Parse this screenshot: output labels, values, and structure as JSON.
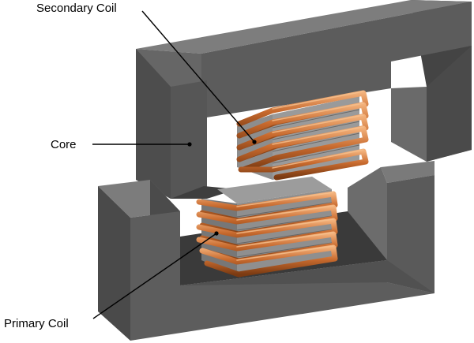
{
  "diagram": {
    "labels": {
      "secondary_coil": "Secondary Coil",
      "core": "Core",
      "primary_coil": "Primary Coil"
    }
  },
  "colors": {
    "core_front": "#5b5b5b",
    "core_top": "#7c7c7c",
    "core_side": "#444444",
    "core_dark": "#3a3a3a",
    "core_inner": "#6a6a6a",
    "copper": "#c0642a",
    "copper_highlight": "#e89a5c",
    "lamination": "#8e8e8e",
    "lamination_dark": "#6f6f6f"
  }
}
